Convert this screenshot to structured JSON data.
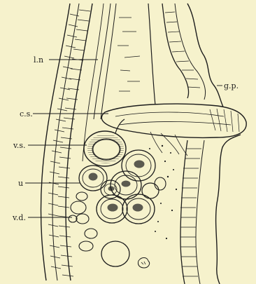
{
  "figure": {
    "background": "#f6f2cc",
    "ink": "#1c1c1c",
    "labels": {
      "ln": "l.n",
      "gp": "g.p.",
      "cs": "c.s.",
      "vs": "v.s.",
      "u": "u",
      "vd": "v.d."
    }
  }
}
